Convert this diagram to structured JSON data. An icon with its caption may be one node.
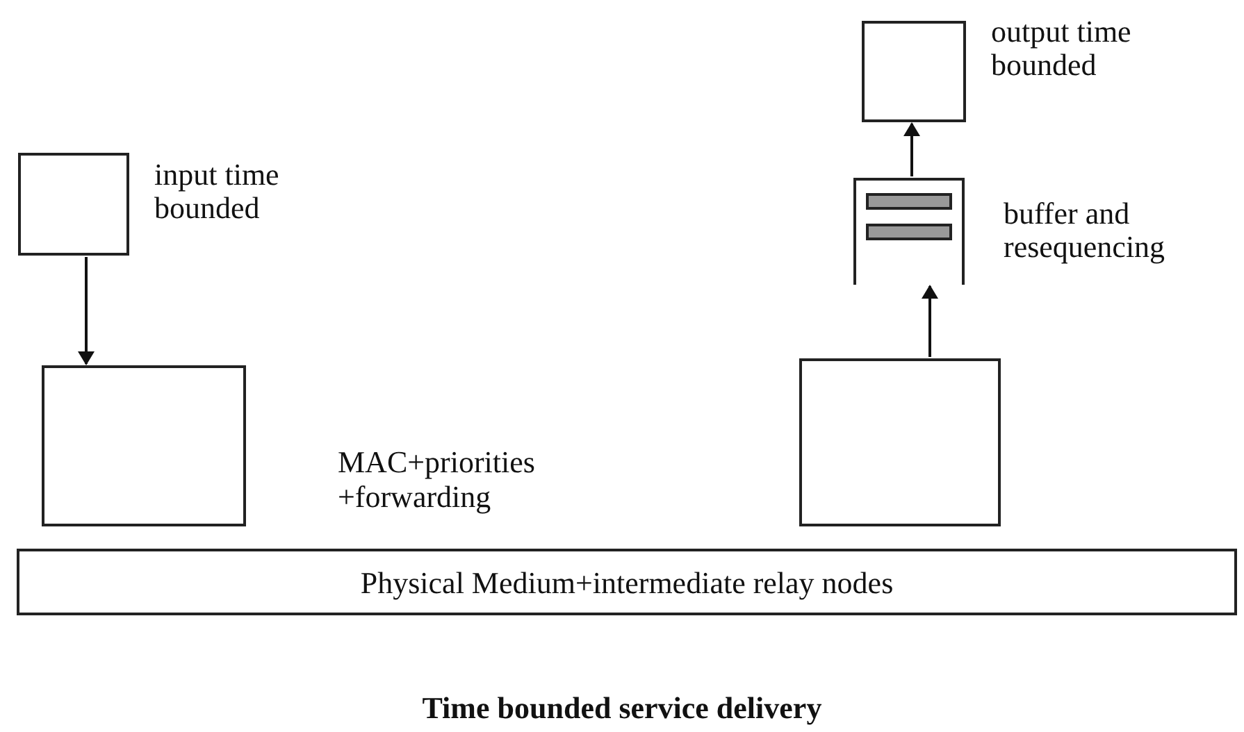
{
  "diagram": {
    "caption": "Time bounded service delivery",
    "nodes": [
      {
        "text": [],
        "shape": "box",
        "beside": [
          "input time bounded"
        ]
      },
      {
        "text": [],
        "shape": "box"
      },
      {
        "text": [],
        "shape": "box",
        "beside": [
          "output time bounded"
        ]
      },
      {
        "text": [],
        "shape": "buffer",
        "beside": [
          "buffer and resequencing"
        ]
      },
      {
        "text": [],
        "shape": "box"
      },
      {
        "text": [
          "Physical Medium+intermediate relay nodes"
        ]
      }
    ],
    "edges": [
      {
        "from": 0,
        "to": 1,
        "arrow": "to"
      },
      {
        "from": 4,
        "to": 3,
        "arrow": "to"
      },
      {
        "from": 3,
        "to": 2,
        "arrow": "to"
      }
    ],
    "labels": [
      "MAC+priorities +forwarding"
    ]
  }
}
